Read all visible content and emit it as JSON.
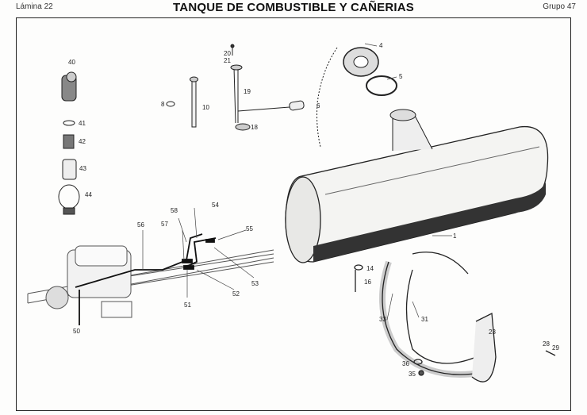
{
  "header": {
    "plate": "Lámina 22",
    "title": "TANQUE DE COMBUSTIBLE Y CAÑERIAS",
    "group": "Grupo 47"
  },
  "parts": {
    "p40": "40",
    "p41": "41",
    "p42": "42",
    "p43": "43",
    "p44": "44",
    "p8": "8",
    "p10": "10",
    "p20": "20",
    "p21": "21",
    "p19": "19",
    "p18": "18",
    "p6": "6",
    "p4": "4",
    "p5": "5",
    "p1": "1",
    "p56": "56",
    "p57": "57",
    "p58": "58",
    "p54": "54",
    "p55": "55",
    "p53": "53",
    "p52": "52",
    "p51": "51",
    "p50": "50",
    "p14": "14",
    "p16": "16",
    "p33": "33",
    "p31": "31",
    "p23": "23",
    "p36": "36",
    "p35": "35",
    "p28": "28",
    "p29": "29"
  }
}
